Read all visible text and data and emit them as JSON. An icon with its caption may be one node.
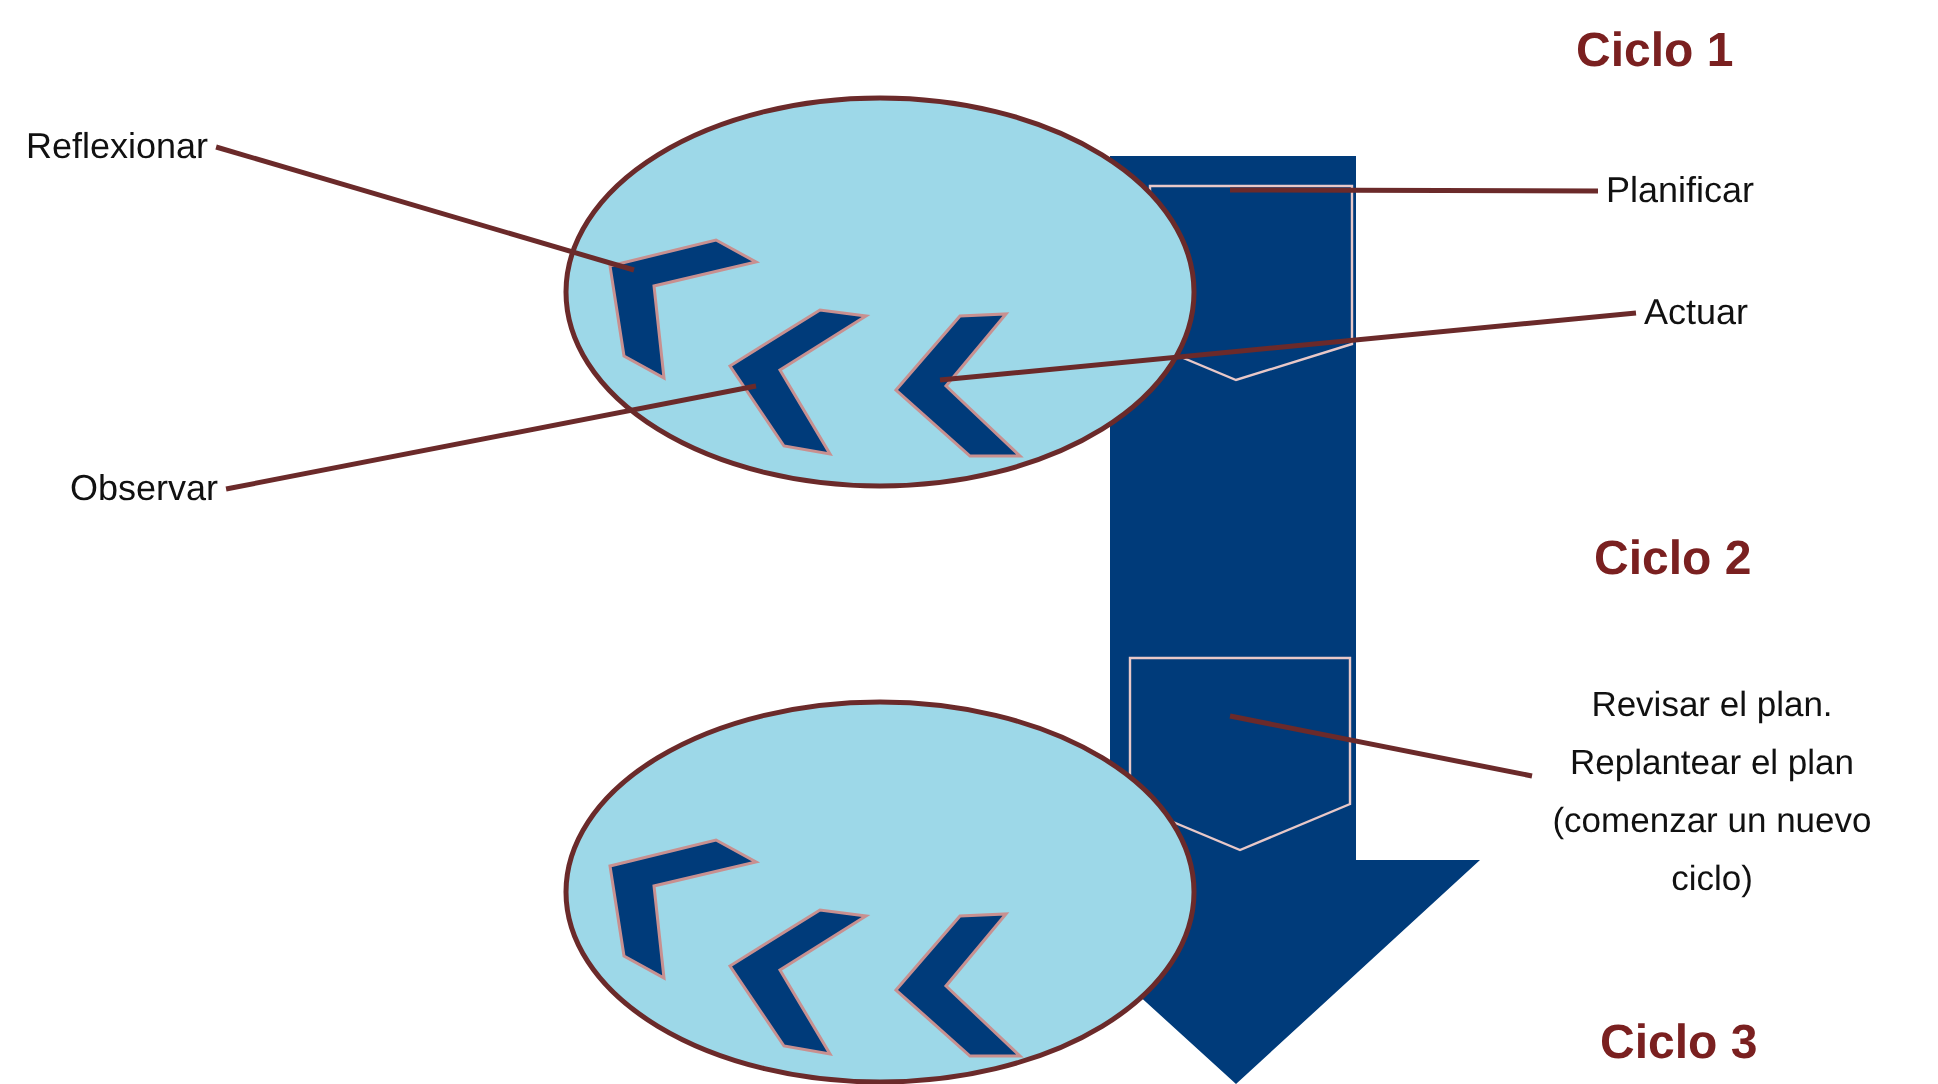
{
  "diagram": {
    "nodes": [
      {
        "text": [
          "Reflexionar"
        ]
      },
      {
        "text": [
          "Planificar"
        ]
      },
      {
        "text": [
          "Actuar"
        ]
      },
      {
        "text": [
          "Observar"
        ]
      },
      {
        "text": [
          "Revisar el plan. Replantear el plan (comenzar un nuevo ciclo)"
        ]
      },
      {
        "text": [],
        "shape": "box"
      },
      {
        "text": [],
        "shape": "box"
      },
      {
        "text": [],
        "shape": "circle"
      },
      {
        "text": [],
        "shape": "chevron",
        "in": 7
      },
      {
        "text": [],
        "shape": "chevron",
        "in": 7
      },
      {
        "text": [],
        "shape": "chevron",
        "in": 7
      },
      {
        "text": [],
        "shape": "circle"
      },
      {
        "text": [],
        "shape": "chevron",
        "in": 11
      },
      {
        "text": [],
        "shape": "chevron",
        "in": 11
      },
      {
        "text": [],
        "shape": "chevron",
        "in": 11
      }
    ],
    "edges": [
      {
        "from": 0,
        "to": 8,
        "arrow": "none"
      },
      {
        "from": 1,
        "to": 5,
        "arrow": "none"
      },
      {
        "from": 2,
        "to": 10,
        "arrow": "none"
      },
      {
        "from": 3,
        "to": 9,
        "arrow": "none"
      },
      {
        "from": 4,
        "to": 6,
        "arrow": "none"
      }
    ],
    "labels": [
      "Ciclo 1",
      "Ciclo 2",
      "Ciclo 3"
    ]
  }
}
